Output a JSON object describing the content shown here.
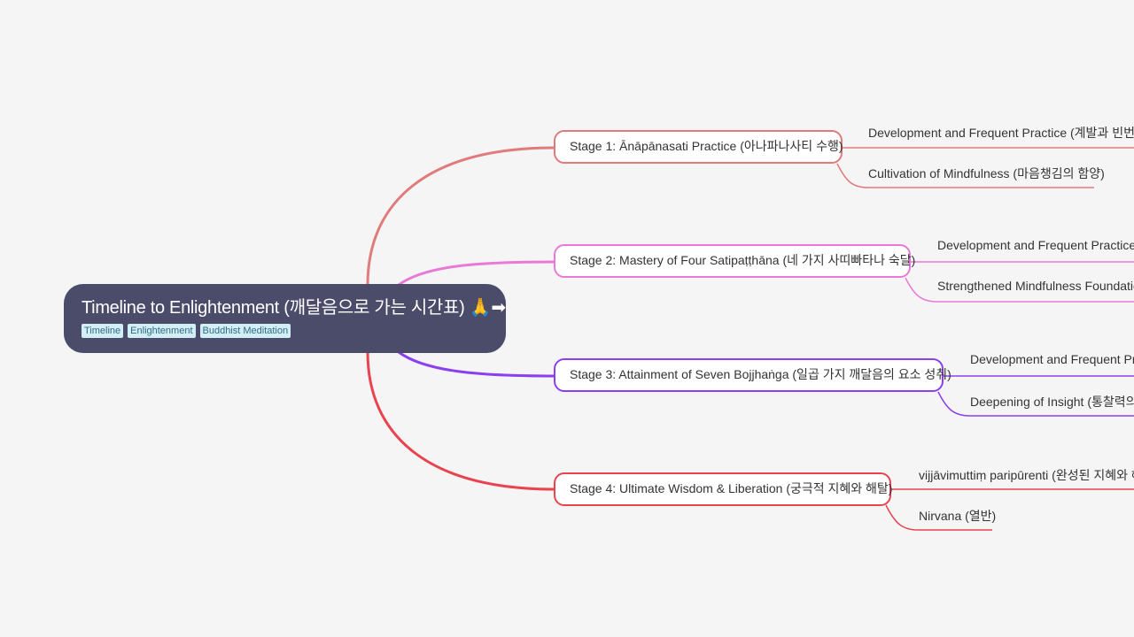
{
  "root": {
    "title": "Timeline to Enlightenment (깨달음으로 가는 시간표) 🙏➡",
    "tags": [
      "Timeline",
      "Enlightenment",
      "Buddhist Meditation"
    ]
  },
  "stages": [
    {
      "label": "Stage 1: Ānāpānasati Practice (아나파나사티 수행)",
      "color": "#e07b7b",
      "children": [
        "Development and Frequent Practice (계발과 빈번한 수",
        "Cultivation of Mindfulness (마음챙김의 함양)"
      ]
    },
    {
      "label": "Stage 2: Mastery of Four Satipaṭṭhāna (네 가지 사띠빠타나 숙달)",
      "color": "#e879d6",
      "children": [
        "Development and Frequent Practice (",
        "Strengthened Mindfulness Foundatio"
      ]
    },
    {
      "label": "Stage 3: Attainment of Seven Bojjhaṅga (일곱 가지 깨달음의 요소 성취)",
      "color": "#8b3ff0",
      "children": [
        "Development and Frequent Pra",
        "Deepening of Insight (통찰력의 심"
      ]
    },
    {
      "label": "Stage 4: Ultimate Wisdom & Liberation (궁극적 지혜와 해탈)",
      "color": "#e8434f",
      "children": [
        "vijjāvimuttiṃ paripūrenti (완성된 지혜와 해",
        "Nirvana (열반)"
      ]
    }
  ]
}
